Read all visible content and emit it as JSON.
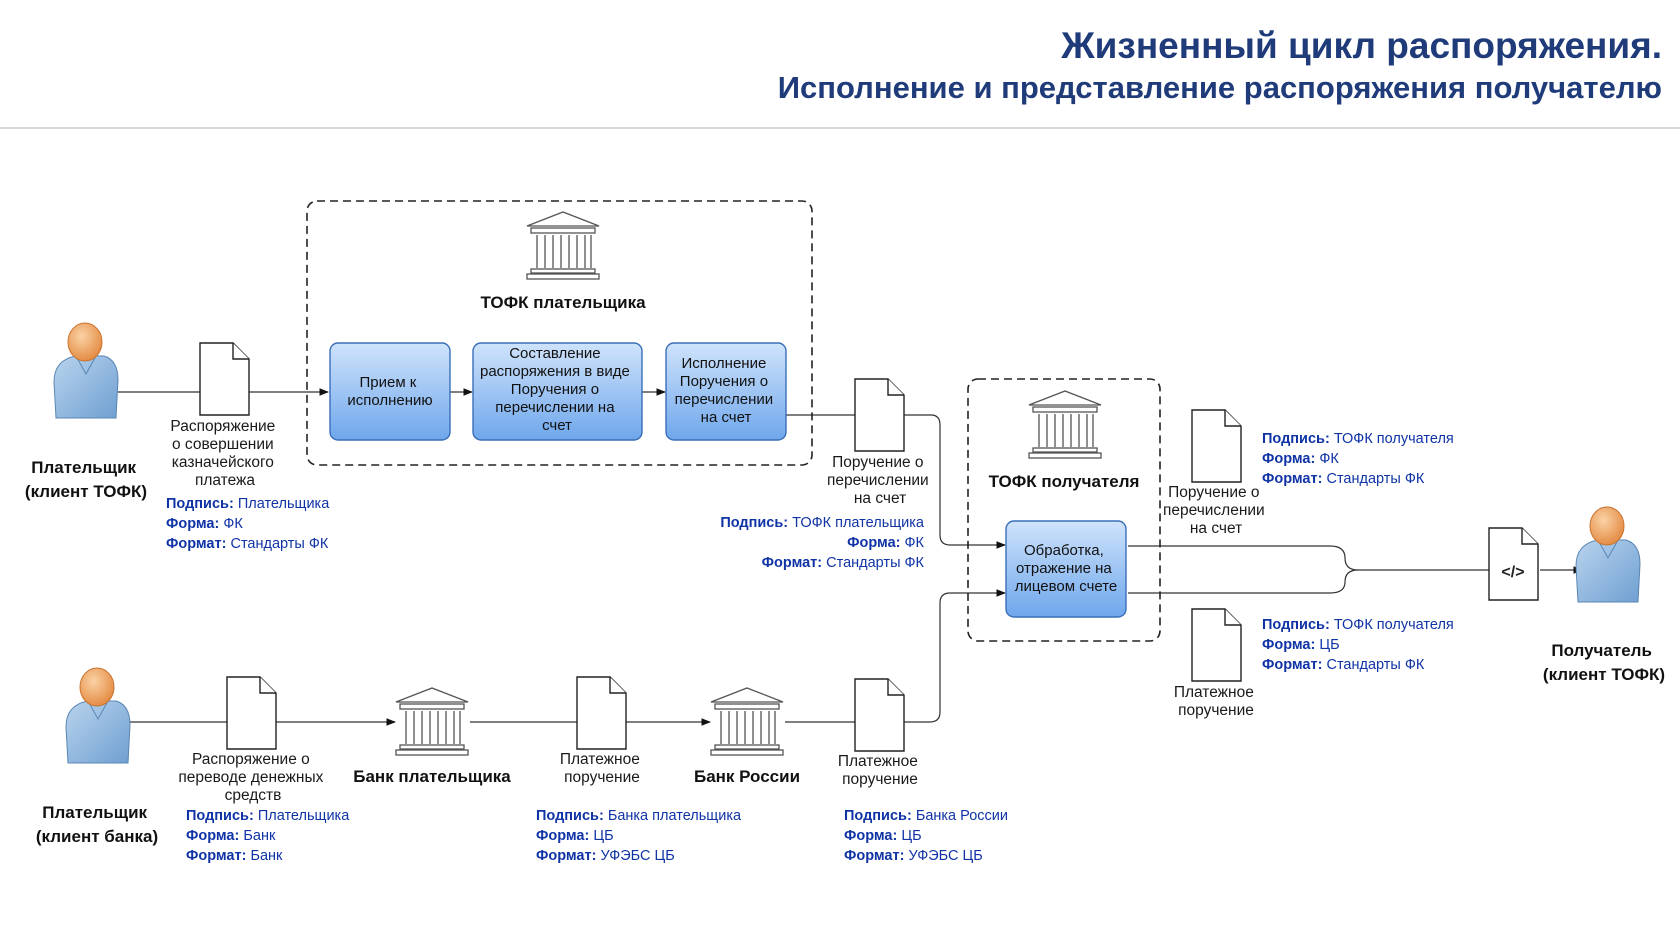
{
  "header": {
    "title_line1": "Жизненный цикл распоряжения.",
    "title_line2": "Исполнение и представление распоряжения получателю"
  },
  "actors": {
    "payer_tofk": [
      "Плательщик",
      "(клиент ТОФК)"
    ],
    "payer_bank": [
      "Плательщик",
      "(клиент банка)"
    ],
    "recipient": [
      "Получатель",
      "(клиент ТОФК)"
    ]
  },
  "institutions": {
    "tofk_payer": "ТОФК плательщика",
    "tofk_recipient": "ТОФК получателя",
    "bank_payer": "Банк плательщика",
    "bank_russia": "Банк России"
  },
  "processes": {
    "p1": [
      "Прием к",
      "исполнению"
    ],
    "p2": [
      "Составление",
      "распоряжения в виде",
      "Поручения о",
      "перечислении на",
      "счет"
    ],
    "p3": [
      "Исполнение",
      "Поручения о",
      "перечислении",
      "на счет"
    ],
    "p4": [
      "Обработка,",
      "отражение на",
      "лицевом счете"
    ]
  },
  "documents": {
    "d1": [
      "Распоряжение",
      "о совершении",
      "казначейского",
      "платежа"
    ],
    "d2": [
      "Поручение о",
      "перечислении",
      "на счет"
    ],
    "d3": [
      "Поручение о",
      "перечислении",
      "на счет"
    ],
    "d4": [
      "Платежное",
      "поручение"
    ],
    "d5": [
      "Распоряжение о",
      "переводе денежных",
      "средств"
    ],
    "d6": [
      "Платежное",
      "поручение"
    ],
    "d7": [
      "Платежное",
      "поручение"
    ],
    "xml_glyph": "</>"
  },
  "meta_keys": {
    "sign": "Подпись:",
    "form": "Форма:",
    "format": "Формат:"
  },
  "meta": {
    "m1": {
      "sign": "Плательщика",
      "form": "ФК",
      "format": "Стандарты ФК"
    },
    "m2": {
      "sign": "ТОФК плательщика",
      "form": "ФК",
      "format": "Стандарты ФК"
    },
    "m3": {
      "sign": "ТОФК получателя",
      "form": "ФК",
      "format": "Стандарты ФК"
    },
    "m4": {
      "sign": "ТОФК получателя",
      "form": "ЦБ",
      "format": "Стандарты ФК"
    },
    "m5": {
      "sign": "Плательщика",
      "form": "Банк",
      "format": "Банк"
    },
    "m6": {
      "sign": "Банка плательщика",
      "form": "ЦБ",
      "format": "УФЭБС ЦБ"
    },
    "m7": {
      "sign": "Банка России",
      "form": "ЦБ",
      "format": "УФЭБС ЦБ"
    }
  },
  "colors": {
    "title": "#1f3b7a",
    "meta_text": "#1034a6",
    "box_top": "#c9e0fb",
    "box_bottom": "#6fa8ee",
    "person_head": "#f0a35a",
    "person_body": "#8fb8df"
  }
}
